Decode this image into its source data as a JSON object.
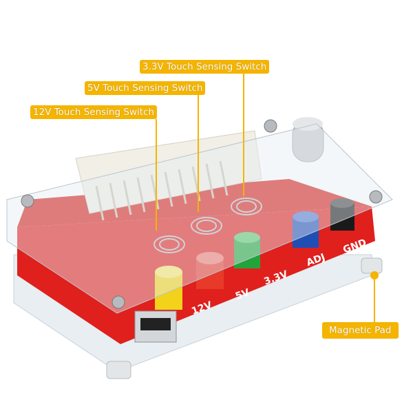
{
  "image": {
    "subject": "ATX power supply breakout board with acrylic case",
    "accent_color": "#f4b400",
    "board_color": "#e0201c"
  },
  "callouts": [
    {
      "id": "3v3-switch",
      "text": "3.3V Touch Sensing Switch"
    },
    {
      "id": "5v-switch",
      "text": "5V Touch Sensing Switch"
    },
    {
      "id": "12v-switch",
      "text": "12V Touch Sensing Switch"
    },
    {
      "id": "magnetic-pad",
      "text": "Magnetic Pad"
    }
  ],
  "board_labels": {
    "v12": "12V",
    "v5": "5V",
    "v3_3": "3.3V",
    "adj": "ADJ",
    "gnd": "GND"
  },
  "terminals": [
    {
      "label": "12V",
      "color": "#f2d21b"
    },
    {
      "label": "5V",
      "color": "#e83a2a"
    },
    {
      "label": "3.3V",
      "color": "#22a43a"
    },
    {
      "label": "ADJ",
      "color": "#1f4fb5"
    },
    {
      "label": "GND",
      "color": "#1a1a1a"
    }
  ]
}
